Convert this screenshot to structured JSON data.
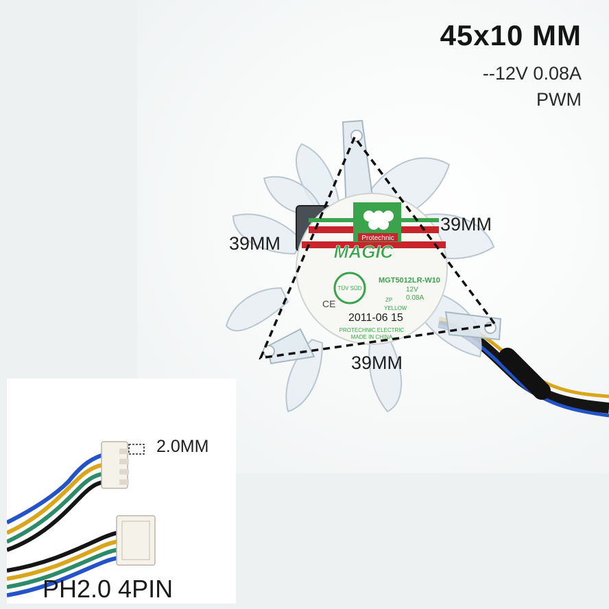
{
  "specs": {
    "size": "45x10 MM",
    "rating": "--12V 0.08A",
    "control": "PWM"
  },
  "dimensions": {
    "left": "39MM",
    "right": "39MM",
    "bottom": "39MM"
  },
  "label": {
    "brand": "Protechnic",
    "logo": "MAGIC",
    "model": "MGT5012LR-W10",
    "voltage": "12V",
    "current": "0.08A",
    "zp": "ZP",
    "wire_color": "YELLOW",
    "date": "2011-06 15",
    "maker": "PROTECHNIC ELECTRIC",
    "origin": "MADE IN CHINA",
    "cert": "TÜV SÜD",
    "ce": "CE"
  },
  "connector": {
    "pitch": "2.0MM",
    "type": "PH2.0 4PIN"
  },
  "colors": {
    "label_green": "#3aa34b",
    "label_red": "#c8242b",
    "wire_blue": "#2453c8",
    "wire_yellow": "#d9a51c",
    "wire_green": "#2e8b6a",
    "wire_black": "#151515"
  }
}
